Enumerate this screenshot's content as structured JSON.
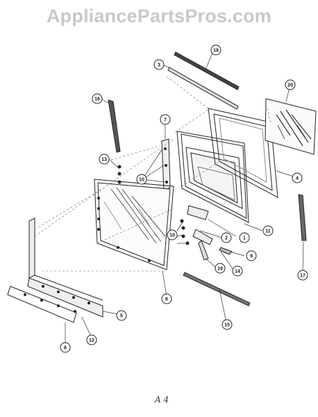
{
  "watermark": "AppliancePartsPros.com",
  "page_code": "A 4",
  "callouts": [
    "1",
    "2",
    "3",
    "4",
    "5",
    "6",
    "7",
    "8",
    "9",
    "10",
    "10",
    "11",
    "12",
    "13",
    "14",
    "15",
    "16",
    "17",
    "18",
    "19",
    "20"
  ]
}
